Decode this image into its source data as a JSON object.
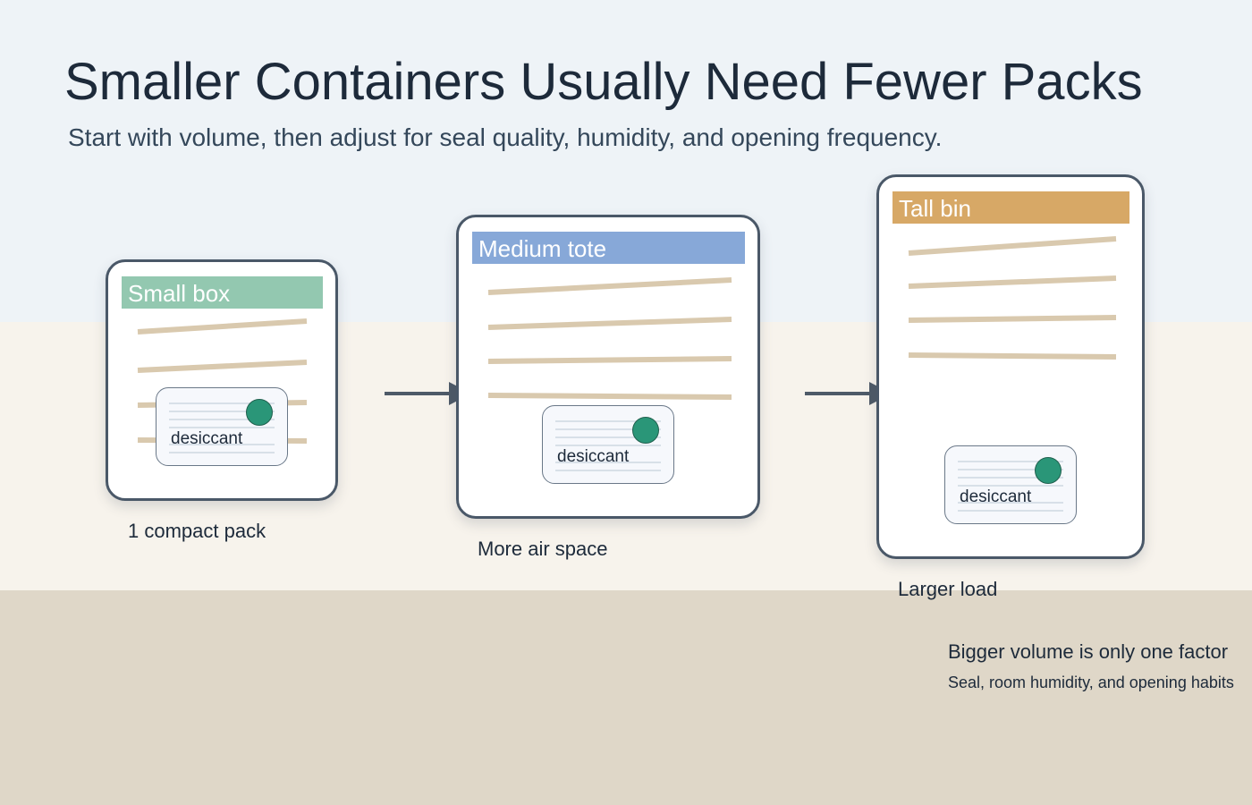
{
  "header": {
    "title": "Smaller Containers Usually Need Fewer Packs",
    "subtitle": "Start with volume, then adjust for seal quality, humidity, and opening frequency."
  },
  "containers": [
    {
      "label": "Small box",
      "label_color": "#93c8b0",
      "pack_label": "desiccant",
      "caption": "1 compact pack"
    },
    {
      "label": "Medium tote",
      "label_color": "#87a8d8",
      "pack_label": "desiccant",
      "caption": "More air space"
    },
    {
      "label": "Tall bin",
      "label_color": "#d7a866",
      "pack_label": "desiccant",
      "caption": "Larger load"
    }
  ],
  "note": {
    "title": "Bigger volume is only one factor",
    "body": "Seal, room humidity, and opening habits"
  },
  "colors": {
    "outline": "#4a5868",
    "stripe": "#d9c9ae",
    "pack_dot": "#2a9678",
    "arrow": "#4e5a68"
  },
  "icons": {
    "connector": "right-arrow-icon",
    "pack": "desiccant-pack-icon"
  }
}
